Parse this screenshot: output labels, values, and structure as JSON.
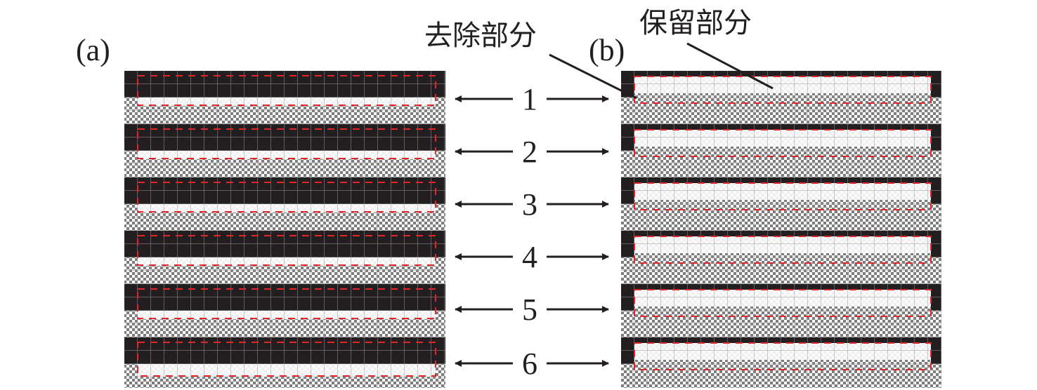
{
  "panels": {
    "a": {
      "label": "(a)"
    },
    "b": {
      "label": "(b)"
    }
  },
  "annotations": {
    "removed": "去除部分",
    "kept": "保留部分"
  },
  "rows": [
    "1",
    "2",
    "3",
    "4",
    "5",
    "6"
  ],
  "colors": {
    "dark": "#231f20",
    "dash": "#e0262b",
    "grid": "#9a9a9a"
  }
}
